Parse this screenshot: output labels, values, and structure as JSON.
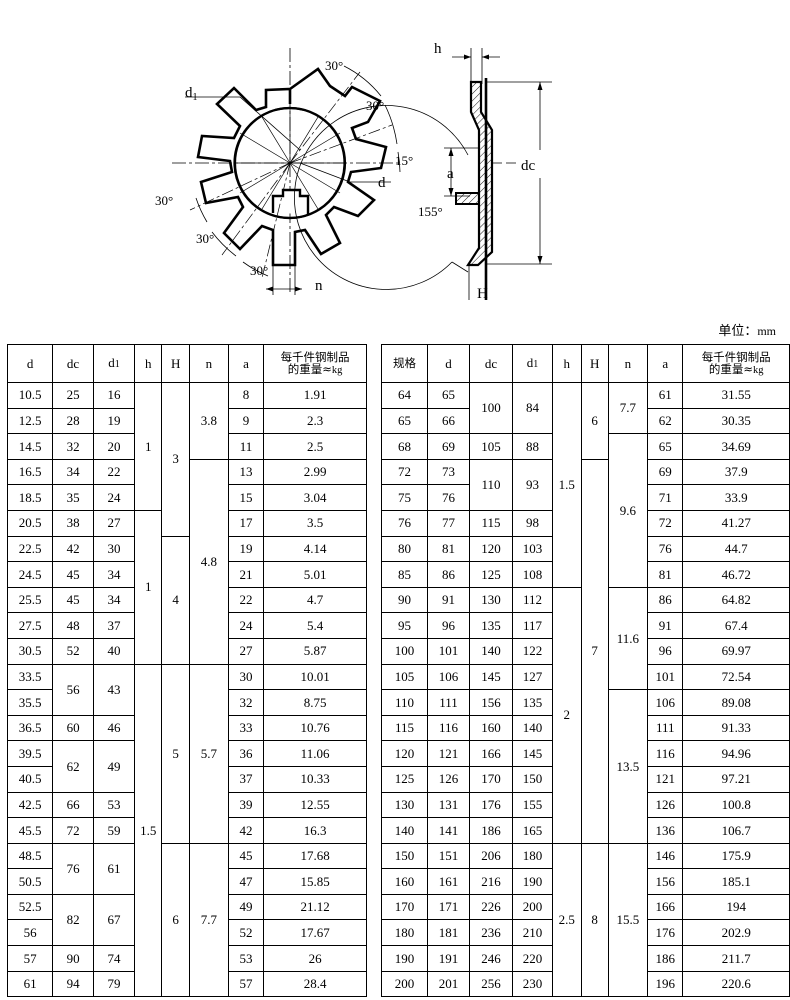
{
  "unit_label": {
    "text": "单位：",
    "value": "mm"
  },
  "drawing": {
    "labels": {
      "d1": "d₁",
      "d": "d",
      "n": "n",
      "h": "h",
      "H": "H",
      "a": "a",
      "dc": "dc",
      "ang_30": "30°",
      "ang_15": "15°",
      "ang_155": "155°"
    },
    "plan_angles": [
      "30°",
      "30°",
      "15°",
      "30°",
      "30°",
      "30°"
    ],
    "section_angles": [
      "155°"
    ]
  },
  "left_table": {
    "headers": [
      "d",
      "dc",
      "d1",
      "h",
      "H",
      "n",
      "a",
      "每千件钢制品\n的重量≈kg"
    ],
    "header_cn_line1": "每千件钢制品",
    "header_cn_line2": "的重量≈",
    "header_cn_unit": "kg",
    "rows": [
      {
        "d": "10.5",
        "dc": "25",
        "d1": "16",
        "a": "8",
        "w": "1.91"
      },
      {
        "d": "12.5",
        "dc": "28",
        "d1": "19",
        "a": "9",
        "w": "2.3"
      },
      {
        "d": "14.5",
        "dc": "32",
        "d1": "20",
        "a": "11",
        "w": "2.5"
      },
      {
        "d": "16.5",
        "dc": "34",
        "d1": "22",
        "a": "13",
        "w": "2.99"
      },
      {
        "d": "18.5",
        "dc": "35",
        "d1": "24",
        "a": "15",
        "w": "3.04"
      },
      {
        "d": "20.5",
        "dc": "38",
        "d1": "27",
        "a": "17",
        "w": "3.5"
      },
      {
        "d": "22.5",
        "dc": "42",
        "d1": "30",
        "a": "19",
        "w": "4.14"
      },
      {
        "d": "24.5",
        "dc": "45",
        "d1": "34",
        "a": "21",
        "w": "5.01"
      },
      {
        "d": "25.5",
        "dc": "45",
        "d1": "34",
        "a": "22",
        "w": "4.7"
      },
      {
        "d": "27.5",
        "dc": "48",
        "d1": "37",
        "a": "24",
        "w": "5.4"
      },
      {
        "d": "30.5",
        "dc": "52",
        "d1": "40",
        "a": "27",
        "w": "5.87"
      },
      {
        "d": "33.5",
        "dc": "56",
        "d1": "43",
        "a": "30",
        "w": "10.01"
      },
      {
        "d": "35.5",
        "dc": "",
        "d1": "",
        "a": "32",
        "w": "8.75"
      },
      {
        "d": "36.5",
        "dc": "60",
        "d1": "46",
        "a": "33",
        "w": "10.76"
      },
      {
        "d": "39.5",
        "dc": "62",
        "d1": "49",
        "a": "36",
        "w": "11.06"
      },
      {
        "d": "40.5",
        "dc": "",
        "d1": "",
        "a": "37",
        "w": "10.33"
      },
      {
        "d": "42.5",
        "dc": "66",
        "d1": "53",
        "a": "39",
        "w": "12.55"
      },
      {
        "d": "45.5",
        "dc": "72",
        "d1": "59",
        "a": "42",
        "w": "16.3"
      },
      {
        "d": "48.5",
        "dc": "76",
        "d1": "61",
        "a": "45",
        "w": "17.68"
      },
      {
        "d": "50.5",
        "dc": "",
        "d1": "",
        "a": "47",
        "w": "15.85"
      },
      {
        "d": "52.5",
        "dc": "82",
        "d1": "67",
        "a": "49",
        "w": "21.12"
      },
      {
        "d": "56",
        "dc": "",
        "d1": "",
        "a": "52",
        "w": "17.67"
      },
      {
        "d": "57",
        "dc": "90",
        "d1": "74",
        "a": "53",
        "w": "26"
      },
      {
        "d": "61",
        "dc": "94",
        "d1": "79",
        "a": "57",
        "w": "28.4"
      }
    ],
    "h_groups": [
      {
        "value": "1",
        "span": 5
      },
      {
        "value": "1",
        "span": 6
      },
      {
        "value": "1.5",
        "span": 13
      }
    ],
    "H_groups": [
      {
        "value": "3",
        "span": 6
      },
      {
        "value": "4",
        "span": 5
      },
      {
        "value": "5",
        "span": 7
      },
      {
        "value": "6",
        "span": 6
      }
    ],
    "n_groups": [
      {
        "value": "3.8",
        "span": 3
      },
      {
        "value": "4.8",
        "span": 8
      },
      {
        "value": "5.7",
        "span": 7
      },
      {
        "value": "7.7",
        "span": 6
      }
    ],
    "dc_d1_merges": [
      {
        "start": 11,
        "span": 2
      },
      {
        "start": 14,
        "span": 2
      },
      {
        "start": 18,
        "span": 2
      },
      {
        "start": 20,
        "span": 2
      }
    ]
  },
  "right_table": {
    "headers": [
      "规格",
      "d",
      "dc",
      "d1",
      "h",
      "H",
      "n",
      "a",
      "每千件钢制品\n的重量≈kg"
    ],
    "header_cn_line1": "每千件钢制品",
    "header_cn_line2": "的重量≈",
    "header_cn_unit": "kg",
    "rows": [
      {
        "gg": "64",
        "d": "65",
        "dc": "100",
        "d1": "84",
        "a": "61",
        "w": "31.55"
      },
      {
        "gg": "65",
        "d": "66",
        "dc": "",
        "d1": "",
        "a": "62",
        "w": "30.35"
      },
      {
        "gg": "68",
        "d": "69",
        "dc": "105",
        "d1": "88",
        "a": "65",
        "w": "34.69"
      },
      {
        "gg": "72",
        "d": "73",
        "dc": "110",
        "d1": "93",
        "a": "69",
        "w": "37.9"
      },
      {
        "gg": "75",
        "d": "76",
        "dc": "",
        "d1": "",
        "a": "71",
        "w": "33.9"
      },
      {
        "gg": "76",
        "d": "77",
        "dc": "115",
        "d1": "98",
        "a": "72",
        "w": "41.27"
      },
      {
        "gg": "80",
        "d": "81",
        "dc": "120",
        "d1": "103",
        "a": "76",
        "w": "44.7"
      },
      {
        "gg": "85",
        "d": "86",
        "dc": "125",
        "d1": "108",
        "a": "81",
        "w": "46.72"
      },
      {
        "gg": "90",
        "d": "91",
        "dc": "130",
        "d1": "112",
        "a": "86",
        "w": "64.82"
      },
      {
        "gg": "95",
        "d": "96",
        "dc": "135",
        "d1": "117",
        "a": "91",
        "w": "67.4"
      },
      {
        "gg": "100",
        "d": "101",
        "dc": "140",
        "d1": "122",
        "a": "96",
        "w": "69.97"
      },
      {
        "gg": "105",
        "d": "106",
        "dc": "145",
        "d1": "127",
        "a": "101",
        "w": "72.54"
      },
      {
        "gg": "110",
        "d": "111",
        "dc": "156",
        "d1": "135",
        "a": "106",
        "w": "89.08"
      },
      {
        "gg": "115",
        "d": "116",
        "dc": "160",
        "d1": "140",
        "a": "111",
        "w": "91.33"
      },
      {
        "gg": "120",
        "d": "121",
        "dc": "166",
        "d1": "145",
        "a": "116",
        "w": "94.96"
      },
      {
        "gg": "125",
        "d": "126",
        "dc": "170",
        "d1": "150",
        "a": "121",
        "w": "97.21"
      },
      {
        "gg": "130",
        "d": "131",
        "dc": "176",
        "d1": "155",
        "a": "126",
        "w": "100.8"
      },
      {
        "gg": "140",
        "d": "141",
        "dc": "186",
        "d1": "165",
        "a": "136",
        "w": "106.7"
      },
      {
        "gg": "150",
        "d": "151",
        "dc": "206",
        "d1": "180",
        "a": "146",
        "w": "175.9"
      },
      {
        "gg": "160",
        "d": "161",
        "dc": "216",
        "d1": "190",
        "a": "156",
        "w": "185.1"
      },
      {
        "gg": "170",
        "d": "171",
        "dc": "226",
        "d1": "200",
        "a": "166",
        "w": "194"
      },
      {
        "gg": "180",
        "d": "181",
        "dc": "236",
        "d1": "210",
        "a": "176",
        "w": "202.9"
      },
      {
        "gg": "190",
        "d": "191",
        "dc": "246",
        "d1": "220",
        "a": "186",
        "w": "211.7"
      },
      {
        "gg": "200",
        "d": "201",
        "dc": "256",
        "d1": "230",
        "a": "196",
        "w": "220.6"
      }
    ],
    "h_groups": [
      {
        "value": "1.5",
        "span": 8
      },
      {
        "value": "2",
        "span": 10
      },
      {
        "value": "2.5",
        "span": 6
      }
    ],
    "H_groups": [
      {
        "value": "6",
        "span": 3
      },
      {
        "value": "7",
        "span": 15
      },
      {
        "value": "8",
        "span": 6
      }
    ],
    "n_groups": [
      {
        "value": "7.7",
        "span": 2
      },
      {
        "value": "9.6",
        "span": 6
      },
      {
        "value": "11.6",
        "span": 4
      },
      {
        "value": "13.5",
        "span": 6
      },
      {
        "value": "15.5",
        "span": 6
      }
    ],
    "dc_d1_merges": [
      {
        "start": 0,
        "span": 2
      },
      {
        "start": 3,
        "span": 2
      }
    ]
  }
}
